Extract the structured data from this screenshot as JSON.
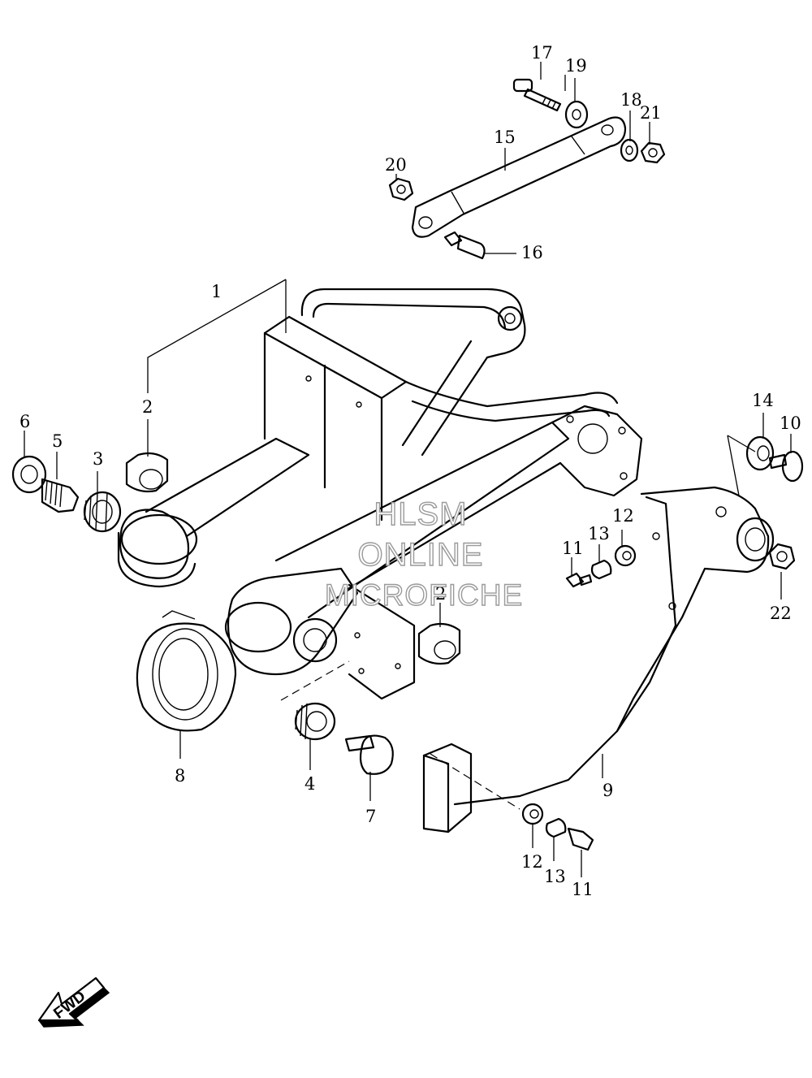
{
  "callouts": {
    "c1": "1",
    "c2a": "2",
    "c2b": "2",
    "c3": "3",
    "c4": "4",
    "c5": "5",
    "c6": "6",
    "c7": "7",
    "c8": "8",
    "c9": "9",
    "c10": "10",
    "c11a": "11",
    "c11b": "11",
    "c12a": "12",
    "c12b": "12",
    "c13a": "13",
    "c13b": "13",
    "c14": "14",
    "c15": "15",
    "c16": "16",
    "c17": "17",
    "c18": "18",
    "c19": "19",
    "c20": "20",
    "c21": "21",
    "c22": "22"
  },
  "watermark": {
    "line1": "HLSM",
    "line2": "ONLINE",
    "line3": "MICROFICHE"
  },
  "direction_arrow": {
    "label": "FWD"
  },
  "colors": {
    "line": "#000000",
    "background": "#ffffff",
    "watermark_outline": "#9a9a9a"
  }
}
